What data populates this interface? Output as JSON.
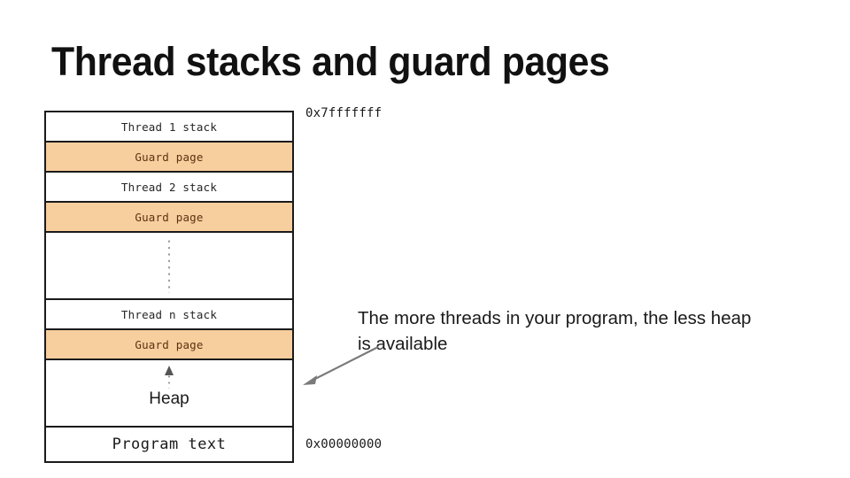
{
  "slide": {
    "title": "Thread stacks and guard pages",
    "background_color": "#ffffff"
  },
  "memory_map": {
    "border_color": "#1a1a1a",
    "guard_fill_color": "#f7ce9e",
    "guard_text_color": "#5b3310",
    "rows": [
      {
        "label": "Thread 1 stack",
        "kind": "stack"
      },
      {
        "label": "Guard page",
        "kind": "guard"
      },
      {
        "label": "Thread 2 stack",
        "kind": "stack"
      },
      {
        "label": "Guard page",
        "kind": "guard"
      },
      {
        "label": "",
        "kind": "ellipsis"
      },
      {
        "label": "Thread n stack",
        "kind": "stack"
      },
      {
        "label": "Guard page",
        "kind": "guard"
      },
      {
        "label": "Heap",
        "kind": "heap"
      },
      {
        "label": "Program text",
        "kind": "text"
      }
    ]
  },
  "addresses": {
    "top": "0x7fffffff",
    "bottom": "0x00000000"
  },
  "annotation": {
    "text": "The more threads in your program, the less heap is available",
    "arrow_color": "#7a7a7a"
  }
}
